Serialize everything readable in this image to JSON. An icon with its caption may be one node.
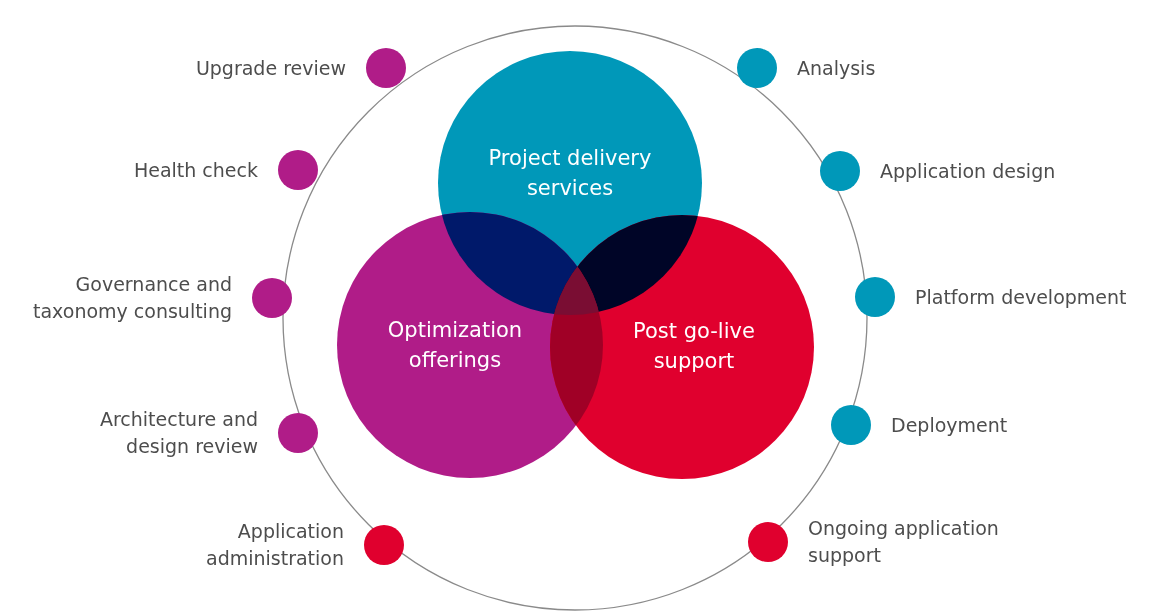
{
  "diagram": {
    "nodes": [
      {
        "text": [
          "Project delivery services"
        ]
      },
      {
        "text": [
          "Optimization offerings"
        ]
      },
      {
        "text": [
          "Post go-live support"
        ]
      },
      {
        "text": [
          "Upgrade review"
        ]
      },
      {
        "text": [
          "Health check"
        ]
      },
      {
        "text": [
          "Governance and taxonomy consulting"
        ]
      },
      {
        "text": [
          "Architecture and design review"
        ]
      },
      {
        "text": [
          "Application administration"
        ]
      },
      {
        "text": [
          "Analysis"
        ]
      },
      {
        "text": [
          "Application design"
        ]
      },
      {
        "text": [
          "Platform development"
        ]
      },
      {
        "text": [
          "Deployment"
        ]
      },
      {
        "text": [
          "Ongoing application support"
        ]
      }
    ],
    "edges": []
  }
}
